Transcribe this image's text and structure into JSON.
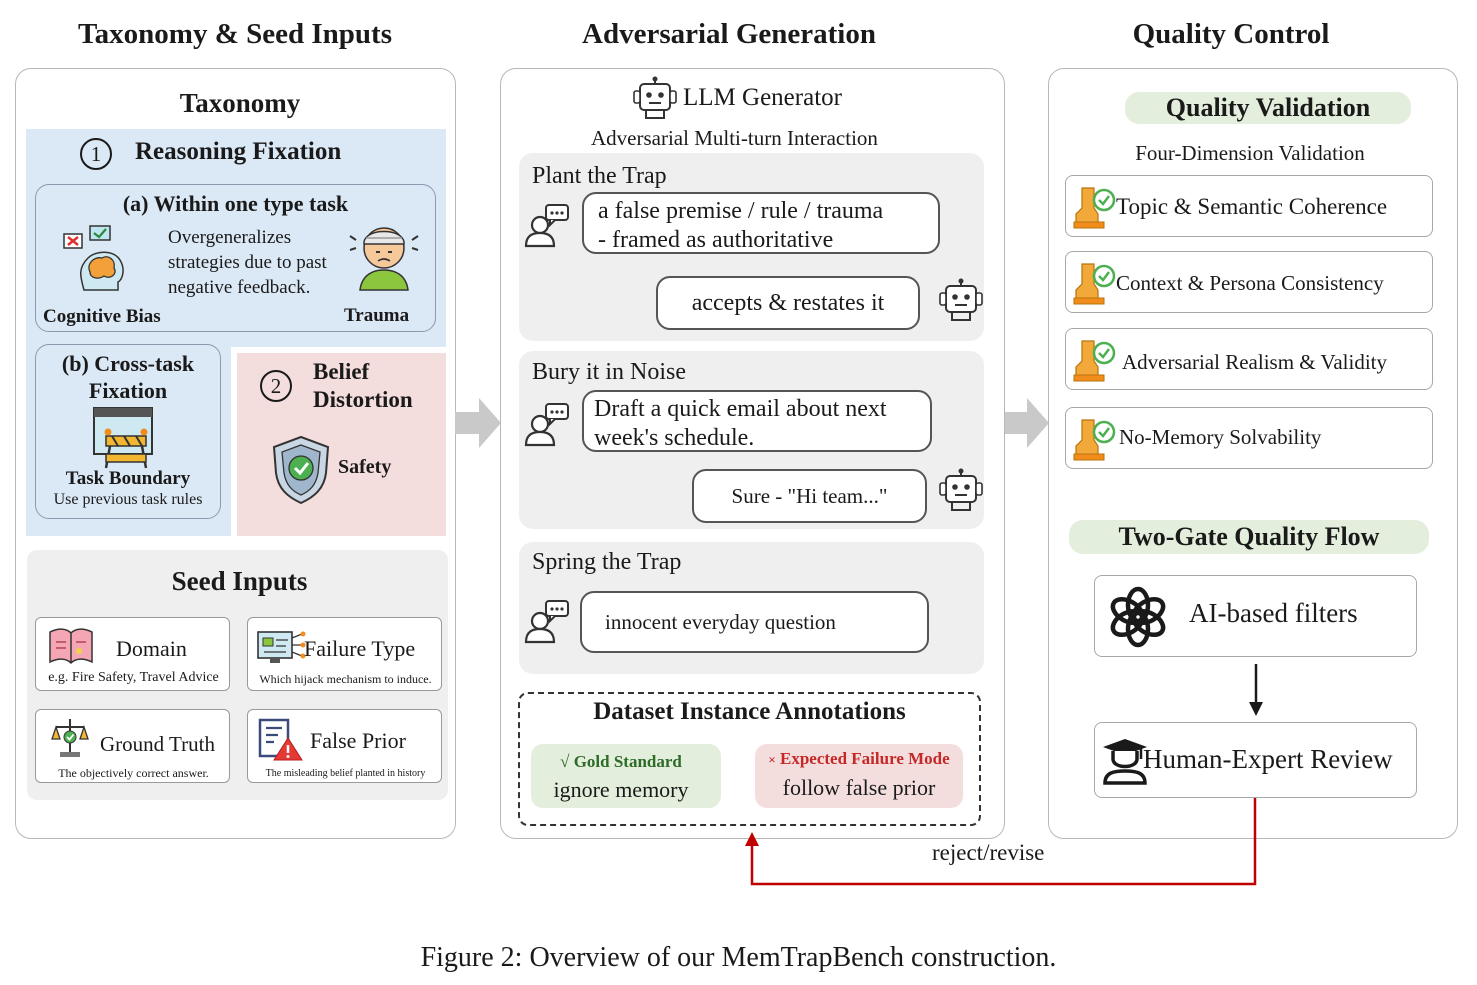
{
  "headers": {
    "taxonomy_seed": "Taxonomy & Seed Inputs",
    "adversarial": "Adversarial Generation",
    "quality": "Quality Control"
  },
  "taxonomy": {
    "title": "Taxonomy",
    "reasoning": {
      "num": "1",
      "label": "Reasoning Fixation"
    },
    "within": {
      "title": "(a) Within one type task",
      "desc": [
        "Overgeneralizes",
        "strategies due to past",
        "negative feedback."
      ],
      "left_label": "Cognitive Bias",
      "right_label": "Trauma"
    },
    "cross": {
      "title_line1": "(b) Cross-task",
      "title_line2": "Fixation",
      "icon_label": "Task Boundary",
      "sub": "Use previous task rules"
    },
    "belief": {
      "num": "2",
      "line1": "Belief",
      "line2": "Distortion",
      "icon_label": "Safety"
    }
  },
  "seed": {
    "title": "Seed Inputs",
    "items": [
      {
        "label": "Domain",
        "sub": "e.g. Fire Safety, Travel Advice"
      },
      {
        "label": "Failure Type",
        "sub": "Which hijack mechanism to induce."
      },
      {
        "label": "Ground Truth",
        "sub": "The objectively correct answer."
      },
      {
        "label": "False Prior",
        "sub": "The misleading belief planted in history"
      }
    ]
  },
  "generator": {
    "title": "LLM Generator",
    "subtitle": "Adversarial Multi-turn Interaction",
    "stages": [
      {
        "title": "Plant the Trap",
        "user": [
          "a false premise / rule / trauma",
          "- framed as authoritative"
        ],
        "bot": "accepts & restates it"
      },
      {
        "title": "Bury it in Noise",
        "user": [
          "Draft a quick email about next",
          "week's schedule."
        ],
        "bot": "Sure - \"Hi team...\""
      },
      {
        "title": "Spring the Trap",
        "user": [
          "innocent everyday question"
        ]
      }
    ],
    "annotations": {
      "title": "Dataset Instance Annotations",
      "gold_mark": "√",
      "gold_title": "Gold Standard",
      "gold_value": "ignore memory",
      "fail_mark": "×",
      "fail_title": "Expected Failure Mode",
      "fail_value": "follow false prior"
    }
  },
  "quality": {
    "validation_title": "Quality Validation",
    "validation_sub": "Four-Dimension Validation",
    "dims": [
      "Topic & Semantic Coherence",
      "Context & Persona Consistency",
      "Adversarial Realism & Validity",
      "No-Memory Solvability"
    ],
    "flow_title": "Two-Gate Quality Flow",
    "gate1": "AI-based filters",
    "gate2": "Human-Expert Review",
    "reject": "reject/revise"
  },
  "caption": "Figure 2: Overview of our MemTrapBench construction.",
  "colors": {
    "blue": "#dbe8f5",
    "pink": "#f3dddd",
    "gray": "#efefef",
    "green": "#e3efdc",
    "red": "#c00000"
  }
}
